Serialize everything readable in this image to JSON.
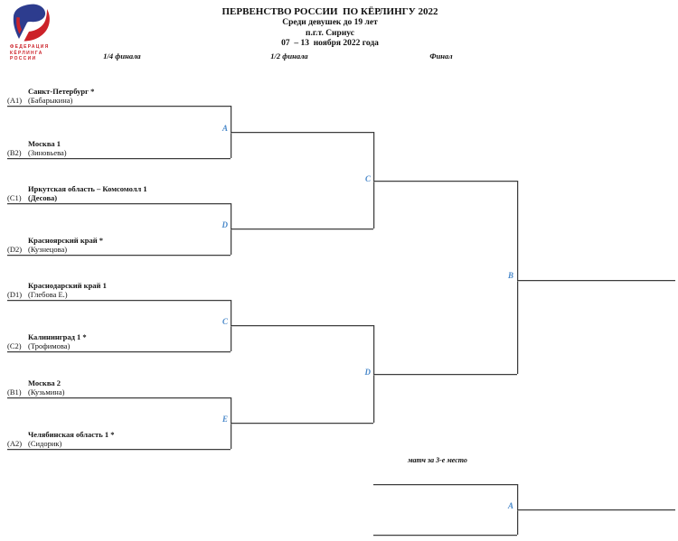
{
  "header": {
    "title_lines": [
      "ПЕРВЕНСТВО РОССИИ  ПО КЁРЛИНГУ 2022",
      "Среди девушек до 19 лет",
      "п.г.т. Сириус",
      "07  – 13  ноября 2022 года"
    ],
    "logo": {
      "caption_lines": [
        "ФЕДЕРАЦИЯ",
        "КЁРЛИНГА",
        "РОССИИ"
      ]
    },
    "round_headers": [
      {
        "label": "1/4 финала"
      },
      {
        "label": "1/2 финала"
      },
      {
        "label": "Финал"
      }
    ]
  },
  "bracket": {
    "quarterfinals": [
      {
        "match_label": "A",
        "top": {
          "code": "(A1)",
          "team": "Санкт-Петербург *",
          "skip": "(Бабарыкина)"
        },
        "bottom": {
          "code": "(B2)",
          "team": "Москва 1",
          "skip": "(Зиновьева)"
        }
      },
      {
        "match_label": "D",
        "top": {
          "code": "(C1)",
          "team": "Иркутская область – Комсомолл 1",
          "skip": "(Десова)",
          "skip_bold": true
        },
        "bottom": {
          "code": "(D2)",
          "team": "Красноярский край *",
          "skip": "(Кузнецова)"
        }
      },
      {
        "match_label": "C",
        "top": {
          "code": "(D1)",
          "team": "Краснодарский край 1",
          "skip": "(Глебова Е.)"
        },
        "bottom": {
          "code": "(C2)",
          "team": "Калининград 1 *",
          "skip": "(Трофимова)"
        }
      },
      {
        "match_label": "E",
        "top": {
          "code": "(B1)",
          "team": "Москва 2",
          "skip": "(Кузьмина)"
        },
        "bottom": {
          "code": "(A2)",
          "team": "Челябинская область 1 *",
          "skip": "(Сидорик)"
        }
      }
    ],
    "semifinals": [
      {
        "match_label": "C"
      },
      {
        "match_label": "D"
      }
    ],
    "final": {
      "match_label": "B"
    },
    "third_place": {
      "match_label": "A",
      "title": "матч за 3-е место"
    }
  },
  "colors": {
    "match_letter_blue": "#4a89ca",
    "logo_red": "#cc2229",
    "logo_blue": "#2d3c8e",
    "line": "#3d3d3d"
  }
}
